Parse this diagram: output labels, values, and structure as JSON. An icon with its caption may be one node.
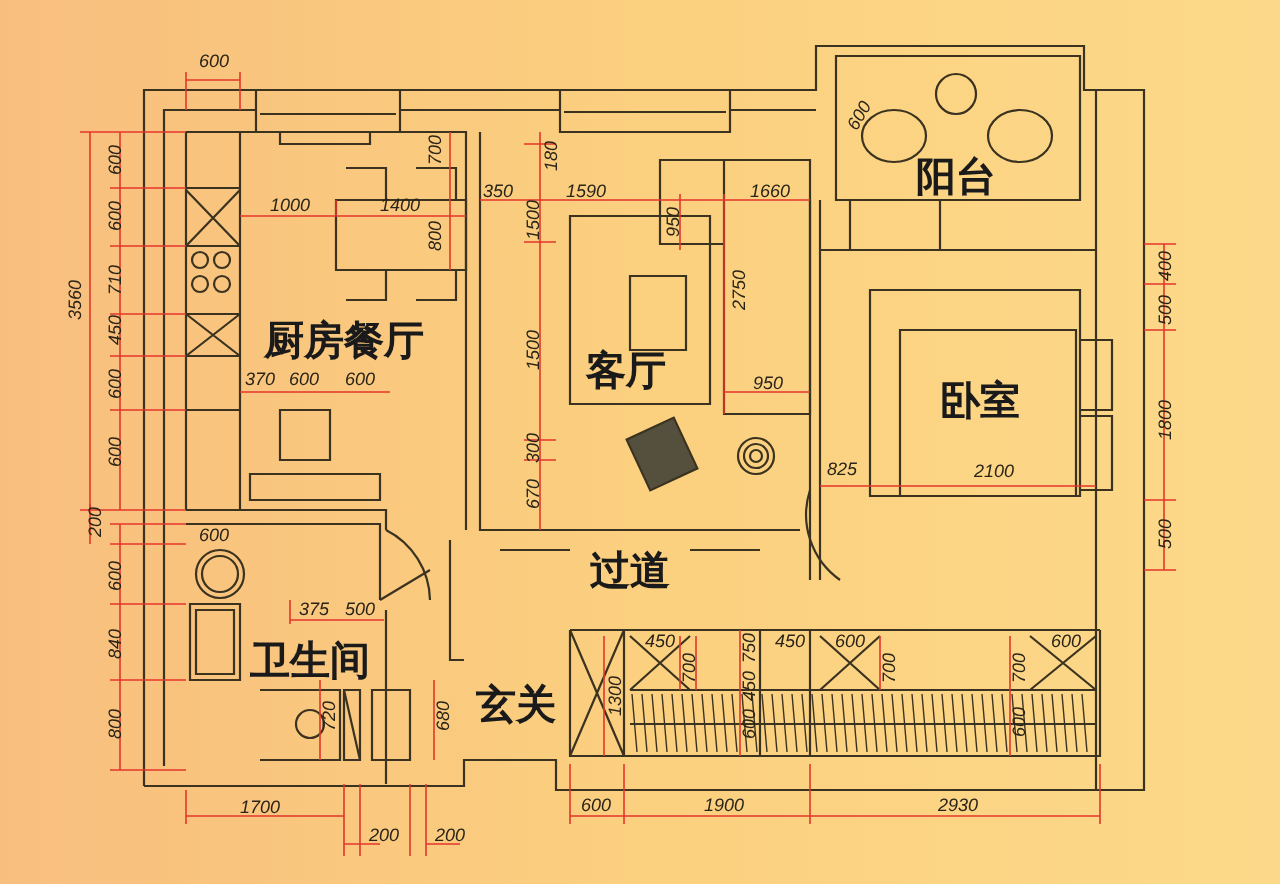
{
  "diagram": {
    "labels": [
      "600",
      "600",
      "阳台",
      "180",
      "700",
      "600",
      "1000",
      "1400",
      "350",
      "1590",
      "1660",
      "600",
      "950",
      "1500",
      "800",
      "400",
      "710",
      "2750",
      "3560",
      "500",
      "450",
      "厨房餐厅",
      "1500",
      "客厅",
      "950",
      "370",
      "600",
      "600",
      "600",
      "卧室",
      "1800",
      "600",
      "300",
      "825",
      "2100",
      "670",
      "200",
      "500",
      "600",
      "过道",
      "600",
      "375",
      "500",
      "450",
      "750",
      "450",
      "600",
      "600",
      "840",
      "卫生间",
      "700",
      "700",
      "700",
      "450",
      "1300",
      "玄关",
      "600",
      "600",
      "800",
      "720",
      "680",
      "600",
      "1900",
      "2930",
      "1700",
      "200",
      "200"
    ]
  }
}
